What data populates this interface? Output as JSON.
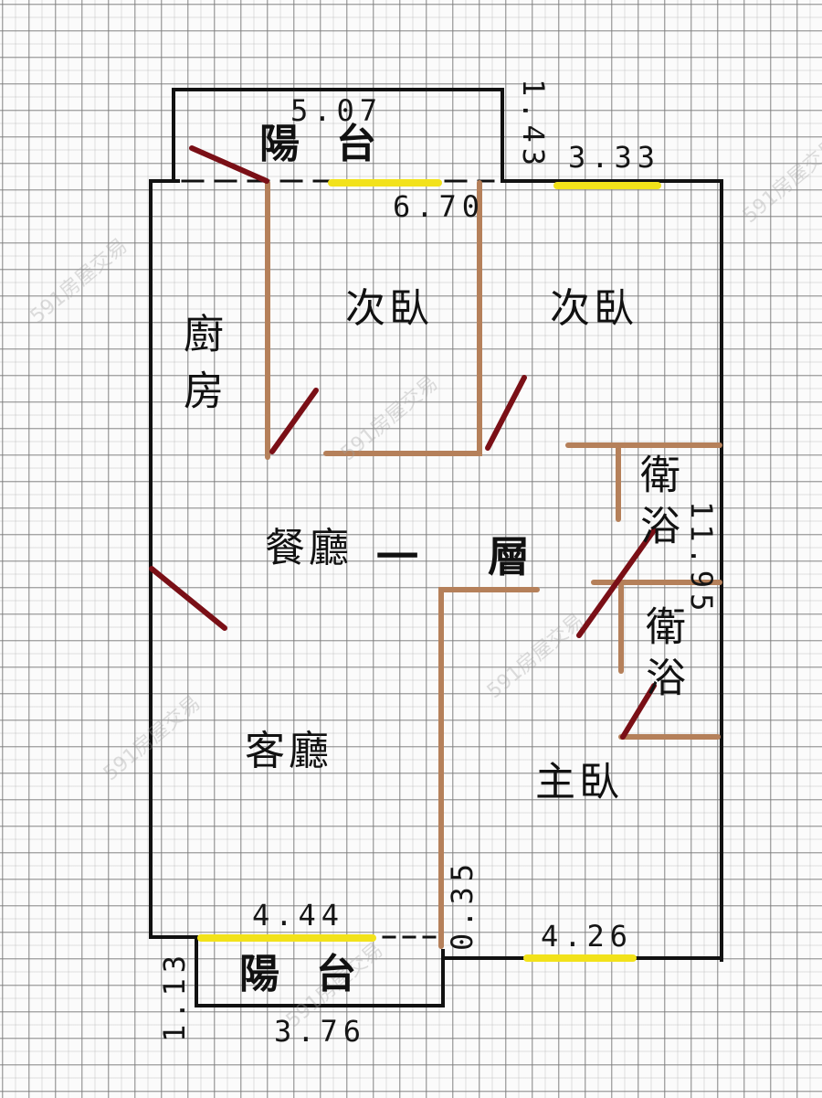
{
  "plan": {
    "floor_label": "一 層",
    "watermark": "591房屋交易",
    "colors": {
      "outer_wall": "#111111",
      "inner_wall": "#b5805a",
      "door": "#7a0f16",
      "window": "#f2e21a",
      "grid": "#9a9a9a"
    },
    "rooms": [
      {
        "id": "kitchen",
        "label": "廚房"
      },
      {
        "id": "bedroom2a",
        "label": "次臥"
      },
      {
        "id": "bedroom2b",
        "label": "次臥"
      },
      {
        "id": "dining",
        "label": "餐廳"
      },
      {
        "id": "living",
        "label": "客廳"
      },
      {
        "id": "master",
        "label": "主臥"
      },
      {
        "id": "bath1",
        "label": "衛浴"
      },
      {
        "id": "bath2",
        "label": "衛浴"
      },
      {
        "id": "balcony_top",
        "label": "陽台"
      },
      {
        "id": "balcony_bottom",
        "label": "陽台"
      }
    ],
    "dimensions": {
      "balcony_top_width": "5.07",
      "top_span": "6.70",
      "top_right": "3.33",
      "top_offset": "1.43",
      "right_side": "11.95",
      "bottom_left": "4.44",
      "bottom_right": "4.26",
      "bottom_offset": "0.35",
      "balcony_bottom_depth": "1.13",
      "balcony_bottom_width": "3.76"
    }
  }
}
